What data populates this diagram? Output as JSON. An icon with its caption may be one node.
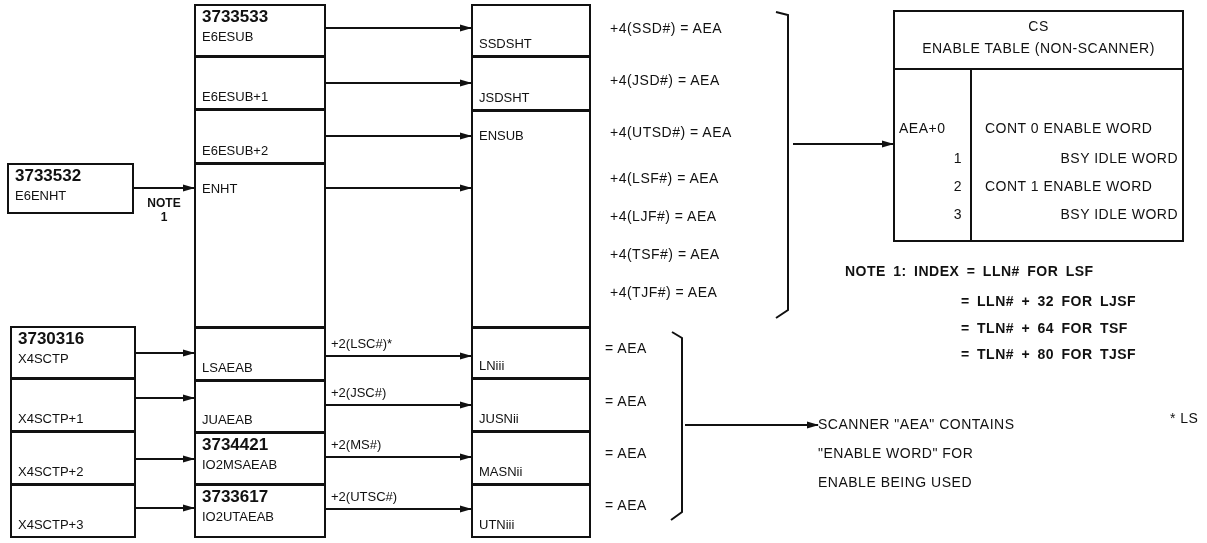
{
  "diagram": {
    "nodes": [
      {
        "text": [
          "3733532",
          "E6ENHT"
        ]
      },
      {
        "text": [
          "3730316",
          "X4SCTP"
        ]
      },
      {
        "text": [
          "X4SCTP+1"
        ]
      },
      {
        "text": [
          "X4SCTP+2"
        ]
      },
      {
        "text": [
          "X4SCTP+3"
        ]
      },
      {
        "text": [
          "3733533",
          "E6ESUB"
        ]
      },
      {
        "text": [
          "E6ESUB+1"
        ]
      },
      {
        "text": [
          "E6ESUB+2"
        ]
      },
      {
        "text": [
          "ENHT"
        ]
      },
      {
        "text": [
          "LSAEAB"
        ]
      },
      {
        "text": [
          "JUAEAB"
        ]
      },
      {
        "text": [
          "3734421",
          "IO2MSAEAB"
        ]
      },
      {
        "text": [
          "3733617",
          "IO2UTAEAB"
        ]
      },
      {
        "text": [
          "SSDSHT"
        ]
      },
      {
        "text": [
          "JSDSHT"
        ]
      },
      {
        "text": [
          "ENSUB"
        ]
      },
      {
        "text": [
          "LNiii"
        ]
      },
      {
        "text": [
          "JUSNii"
        ]
      },
      {
        "text": [
          "MASNii"
        ]
      },
      {
        "text": [
          "UTNiii"
        ]
      },
      {
        "text": [
          "CS",
          "ENABLE TABLE (NON-SCANNER)"
        ]
      },
      {
        "text": [
          "SCANNER \"AEA\" CONTAINS \"ENABLE WORD\" FOR ENABLE BEING USED"
        ]
      }
    ],
    "edges": [
      {
        "from": 0,
        "to": 8,
        "arrow": "to",
        "label": "NOTE 1"
      },
      {
        "from": 5,
        "to": 13,
        "arrow": "to"
      },
      {
        "from": 6,
        "to": 14,
        "arrow": "to"
      },
      {
        "from": 7,
        "to": 15,
        "arrow": "to"
      },
      {
        "from": 8,
        "to": 15,
        "arrow": "to"
      },
      {
        "from": 1,
        "to": 9,
        "arrow": "to"
      },
      {
        "from": 2,
        "to": 10,
        "arrow": "to"
      },
      {
        "from": 3,
        "to": 11,
        "arrow": "to"
      },
      {
        "from": 4,
        "to": 12,
        "arrow": "to"
      },
      {
        "from": 9,
        "to": 16,
        "arrow": "to",
        "label": "+2(LSC#)*"
      },
      {
        "from": 10,
        "to": 17,
        "arrow": "to",
        "label": "+2(JSC#)"
      },
      {
        "from": 11,
        "to": 18,
        "arrow": "to",
        "label": "+2(MS#)"
      },
      {
        "from": 12,
        "to": 19,
        "arrow": "to",
        "label": "+2(UTSC#)"
      },
      {
        "from": null,
        "to": 20,
        "arrow": "to"
      },
      {
        "from": null,
        "to": 21,
        "arrow": "to"
      }
    ],
    "labels": [
      "+4(SSD#) = AEA",
      "+4(JSD#) = AEA",
      "+4(UTSD#) = AEA",
      "+4(LSF#) = AEA",
      "+4(LJF#) = AEA",
      "+4(TSF#) = AEA",
      "+4(TJF#) = AEA",
      "AEA+0",
      "CONT 0 ENABLE WORD",
      "1",
      "BSY IDLE WORD",
      "2",
      "CONT 1 ENABLE WORD",
      "3",
      "BSY IDLE WORD",
      "NOTE 1: INDEX = LLN# FOR LSF",
      "= LLN# + 32 FOR LJSF",
      "= TLN# + 64 FOR TSF",
      "= TLN# + 80 FOR TJSF",
      "= AEA",
      "= AEA",
      "= AEA",
      "= AEA",
      "* LS"
    ]
  }
}
